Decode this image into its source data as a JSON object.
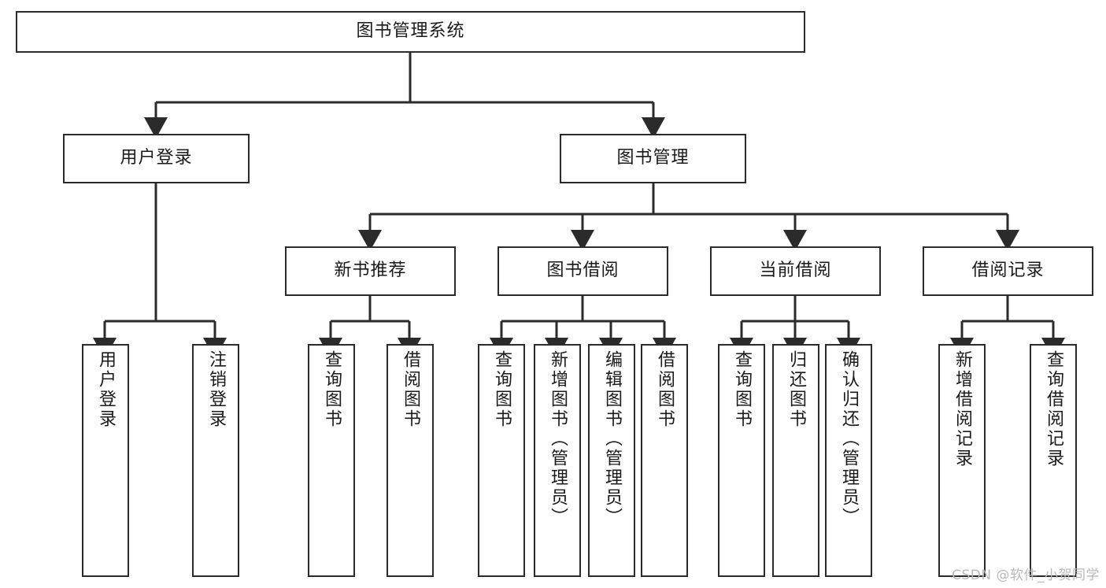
{
  "diagram": {
    "title_node": {
      "label": "图书管理系统"
    },
    "level2": [
      {
        "id": "user-login",
        "label": "用户登录"
      },
      {
        "id": "book-management",
        "label": "图书管理"
      }
    ],
    "level3": [
      {
        "id": "new-book-recommend",
        "label": "新书推荐"
      },
      {
        "id": "book-borrow",
        "label": "图书借阅"
      },
      {
        "id": "current-borrow",
        "label": "当前借阅"
      },
      {
        "id": "borrow-record",
        "label": "借阅记录"
      }
    ],
    "leaves": {
      "user_login": [
        {
          "id": "leaf-user-login",
          "label": "用户登录"
        },
        {
          "id": "leaf-logout",
          "label": "注销登录"
        }
      ],
      "new_book_recommend": [
        {
          "id": "leaf-query-book-1",
          "label": "查询图书"
        },
        {
          "id": "leaf-borrow-book-1",
          "label": "借阅图书"
        }
      ],
      "book_borrow": [
        {
          "id": "leaf-query-book-2",
          "label": "查询图书"
        },
        {
          "id": "leaf-add-book",
          "label": "新增图书（管理员）"
        },
        {
          "id": "leaf-edit-book",
          "label": "编辑图书（管理员）"
        },
        {
          "id": "leaf-borrow-book-2",
          "label": "借阅图书"
        }
      ],
      "current_borrow": [
        {
          "id": "leaf-query-book-3",
          "label": "查询图书"
        },
        {
          "id": "leaf-return-book",
          "label": "归还图书"
        },
        {
          "id": "leaf-confirm-return",
          "label": "确认归还（管理员）"
        }
      ],
      "borrow_record": [
        {
          "id": "leaf-add-record",
          "label": "新增借阅记录"
        },
        {
          "id": "leaf-query-record",
          "label": "查询借阅记录"
        }
      ]
    },
    "watermark": "CSDN @软件_小贺同学",
    "colors": {
      "stroke": "#2b2b2b",
      "fill": "#ffffff",
      "text": "#1a1a1a",
      "watermark": "#b9b9b9"
    }
  }
}
